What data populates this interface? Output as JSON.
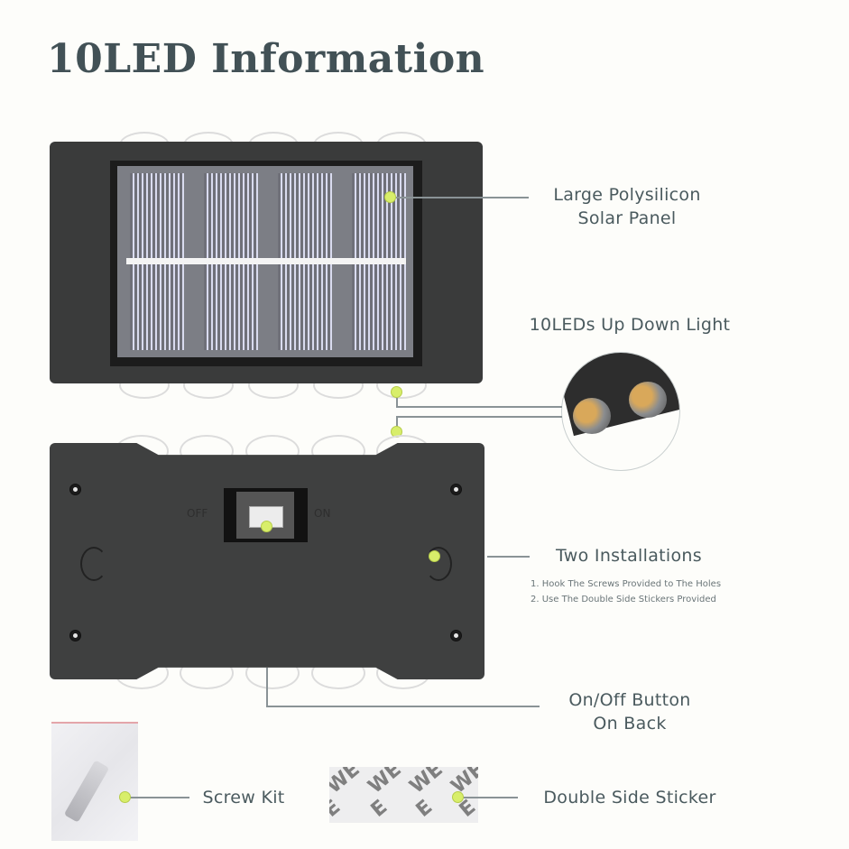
{
  "title": "10LED Information",
  "callouts": {
    "solar_panel": {
      "line1": "Large Polysilicon",
      "line2": "Solar Panel"
    },
    "leds": {
      "label": "10LEDs Up Down Light"
    },
    "installations": {
      "label": "Two Installations",
      "steps": [
        "1. Hook The Screws Provided to The Holes",
        "2. Use The Double Side Stickers Provided"
      ]
    },
    "onoff": {
      "line1": "On/Off Button",
      "line2": "On Back"
    },
    "screw_kit": {
      "label": "Screw Kit"
    },
    "sticker": {
      "label": "Double Side Sticker"
    }
  },
  "device_back": {
    "switch_off": "OFF",
    "switch_on": "ON"
  },
  "colors": {
    "accent_dot": "#d8ee6a",
    "title": "#425156",
    "device": "#3a3b3b",
    "background": "#fdfdfa"
  }
}
